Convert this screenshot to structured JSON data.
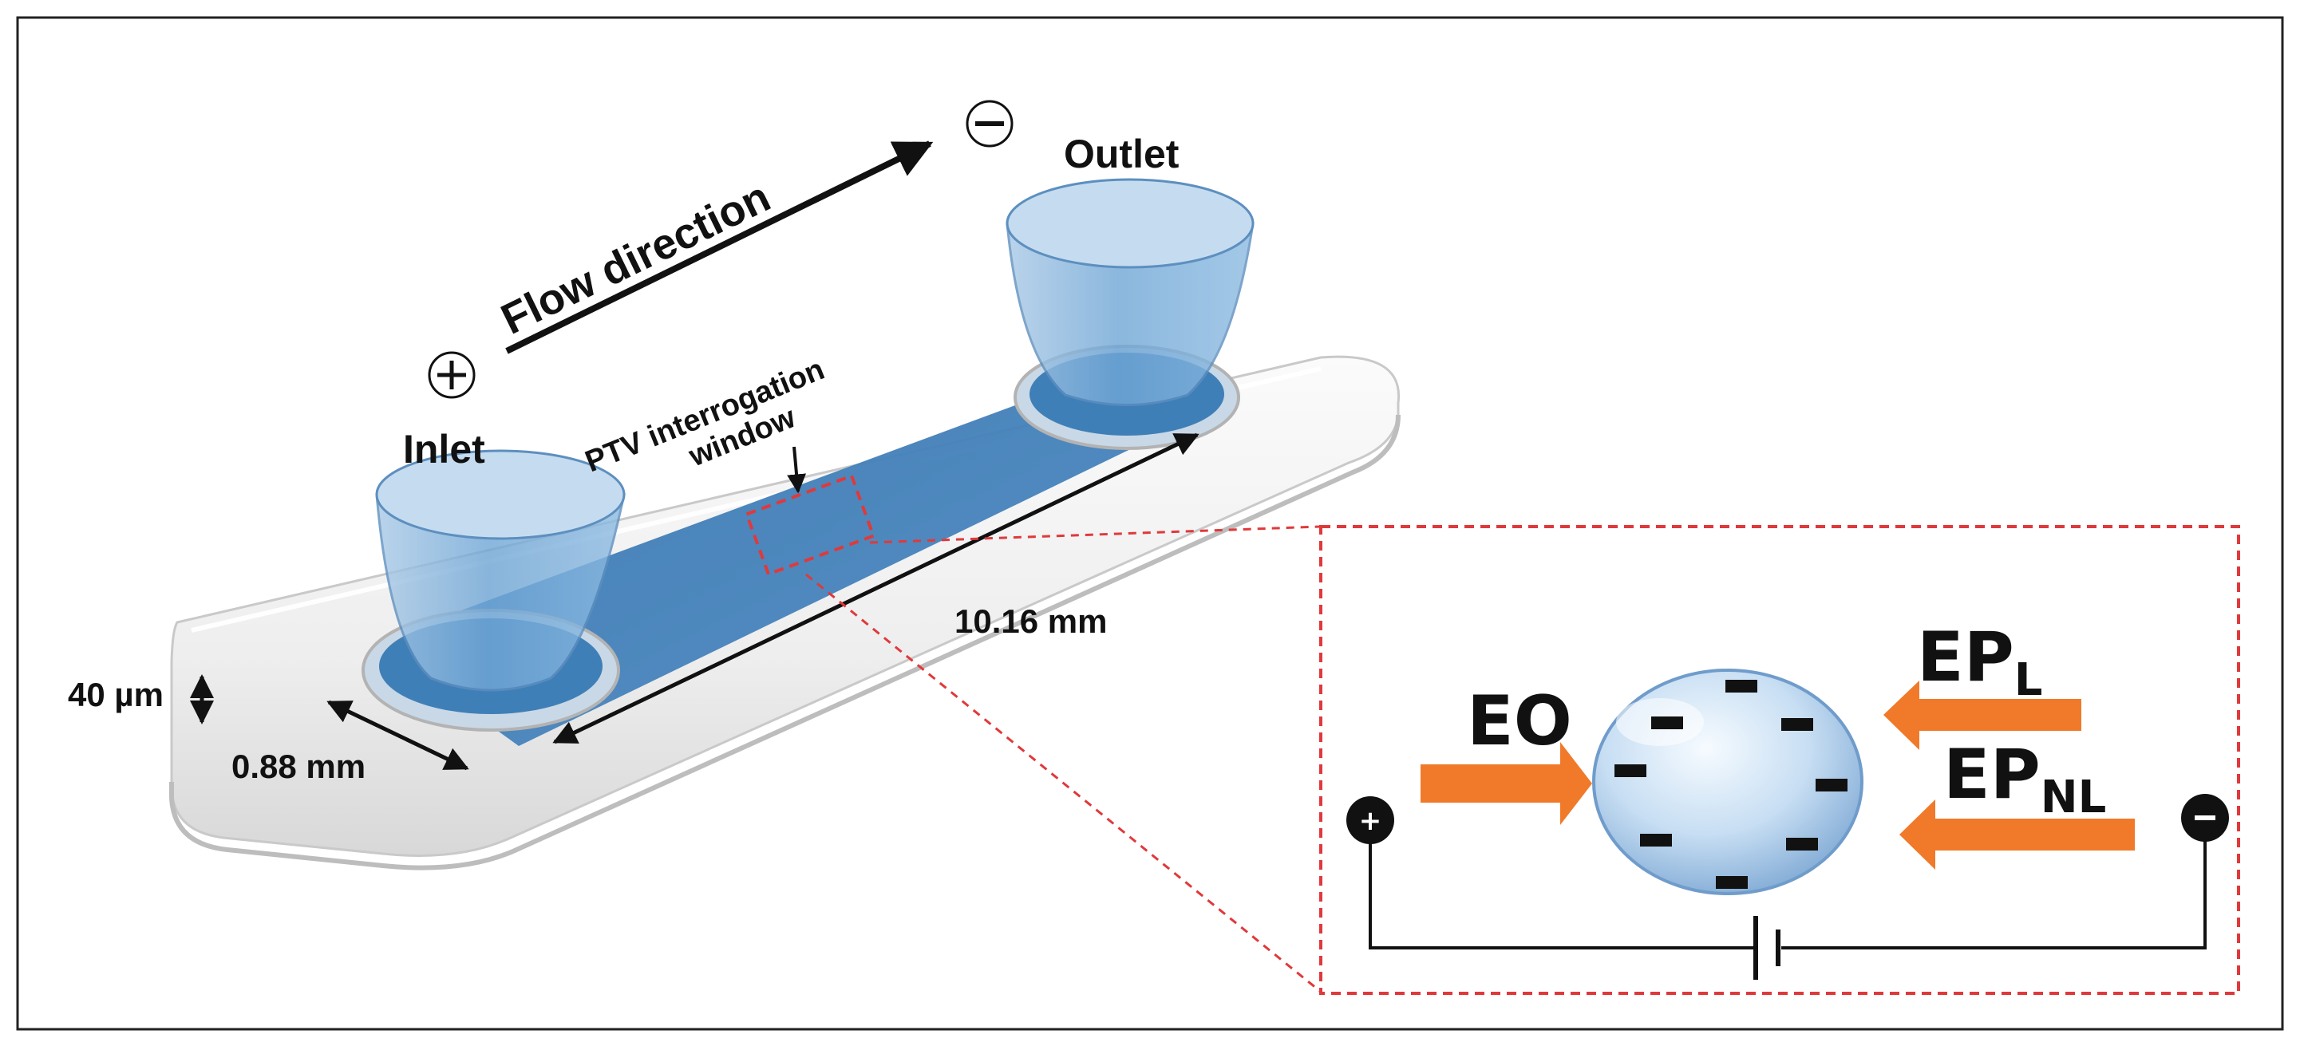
{
  "labels": {
    "flow_direction": "Flow direction",
    "inlet": "Inlet",
    "outlet": "Outlet",
    "ptv_line1": "PTV interrogation",
    "ptv_line2": "window",
    "length": "10.16 mm",
    "width": "0.88 mm",
    "depth": "40 µm",
    "eo": "EO",
    "ep_l_main": "EP",
    "ep_l_sub": "L",
    "ep_nl_main": "EP",
    "ep_nl_sub": "NL",
    "plus_sign": "+",
    "minus_sign": "−"
  },
  "colors": {
    "channel": "#3f7fb8",
    "reservoir": "#6ea8d8",
    "force_arrow": "#f07a2a",
    "inset_border": "#e0393b",
    "particle": "#bcd6f0"
  },
  "icons": [
    "plus-electrode-icon",
    "minus-electrode-icon",
    "battery-icon",
    "flow-arrow-icon"
  ]
}
